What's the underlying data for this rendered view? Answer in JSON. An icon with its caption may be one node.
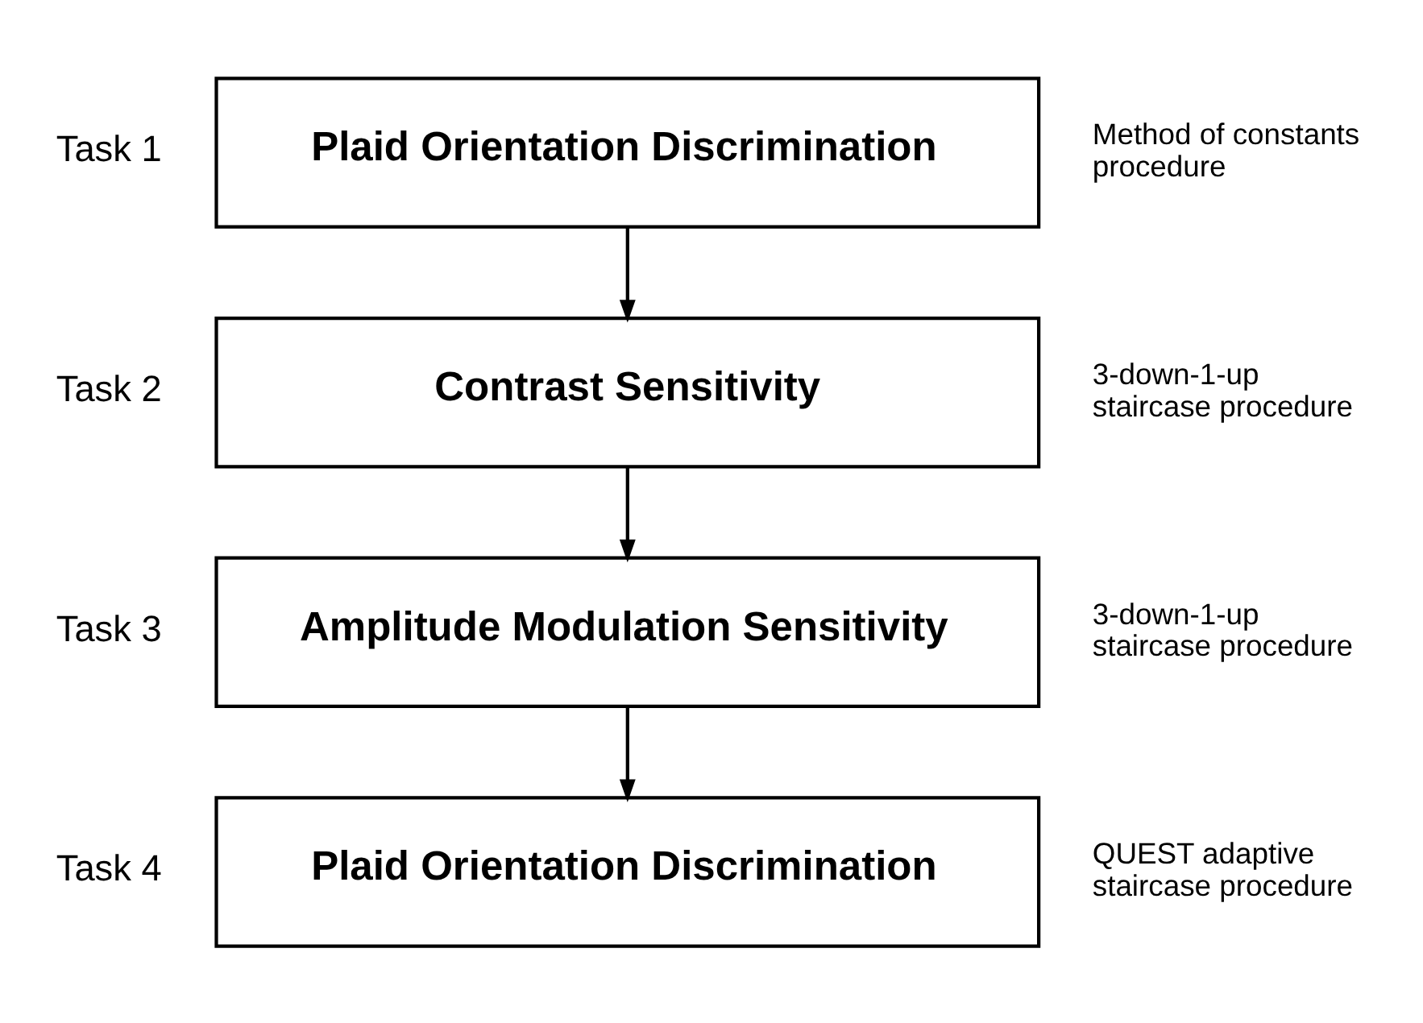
{
  "diagram": {
    "nodes": [
      {
        "text": [
          "Plaid Orientation Discrimination"
        ],
        "beside": [
          "Task 1",
          "Method of constants procedure"
        ]
      },
      {
        "text": [
          "Contrast Sensitivity"
        ],
        "beside": [
          "Task 2",
          "3-down-1-up staircase procedure"
        ]
      },
      {
        "text": [
          "Amplitude Modulation Sensitivity"
        ],
        "beside": [
          "Task 3",
          "3-down-1-up staircase procedure"
        ]
      },
      {
        "text": [
          "Plaid Orientation Discrimination"
        ],
        "beside": [
          "Task 4",
          "QUEST adaptive staircase procedure"
        ]
      }
    ],
    "edges": [
      {
        "from": 0,
        "to": 1,
        "arrow": "to"
      },
      {
        "from": 1,
        "to": 2,
        "arrow": "to"
      },
      {
        "from": 2,
        "to": 3,
        "arrow": "to"
      }
    ]
  }
}
